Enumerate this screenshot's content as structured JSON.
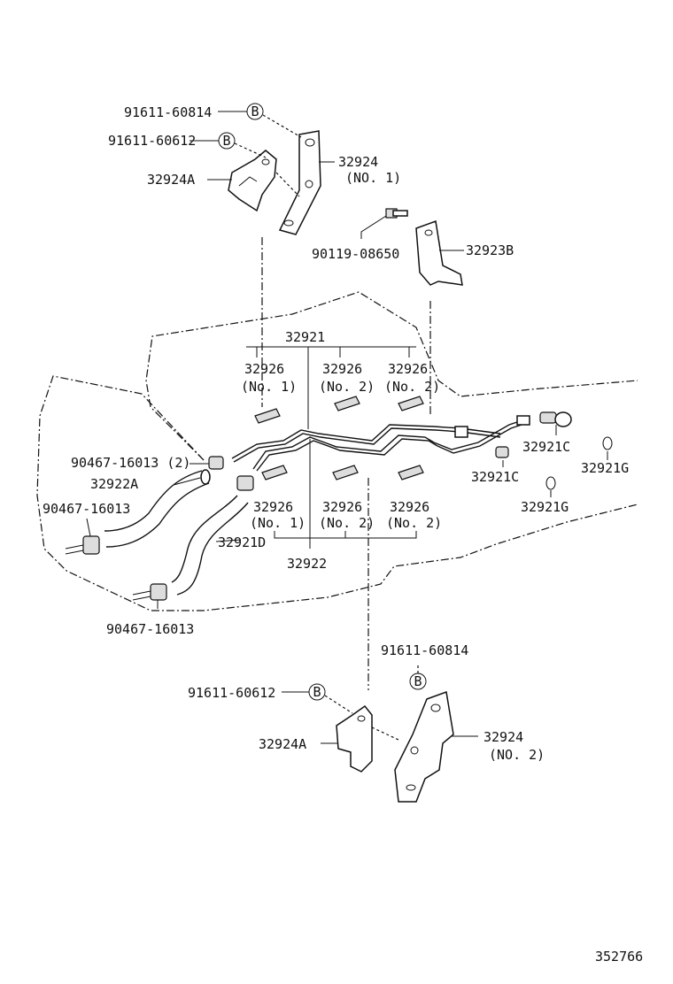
{
  "labels": {
    "bolt_upper_b": "91611-60814",
    "bolt_upper_b2": "91611-60612",
    "b_marker": "B",
    "bracket_32924_no1": "32924",
    "bracket_32924_no1_sub": "(NO. 1)",
    "bracket_32924a_upper": "32924A",
    "bolt_90119": "90119-08650",
    "bracket_32923b": "32923B",
    "tube_group": "32921",
    "clamp_top_left": "32926",
    "clamp_top_left_sub": "(No. 1)",
    "clamp_top_mid": "32926",
    "clamp_top_mid_sub": "(No. 2)",
    "clamp_top_right": "32926",
    "clamp_top_right_sub": "(No. 2)",
    "hose_clip_upper": "90467-16013 (2)",
    "hose_32922a": "32922A",
    "hose_clip_left": "90467-16013",
    "hose_32921d": "32921D",
    "hose_clip_bottom": "90467-16013",
    "clamp_bot_left": "32926",
    "clamp_bot_left_sub": "(No. 1)",
    "clamp_bot_mid": "32926",
    "clamp_bot_mid_sub": "(No. 2)",
    "clamp_bot_right": "32926",
    "clamp_bot_right_sub": "(No. 2)",
    "tube_32922": "32922",
    "union_32921c_right": "32921C",
    "union_32921c_mid": "32921C",
    "gasket_32921g_right": "32921G",
    "gasket_32921g_mid": "32921G",
    "bolt_lower_b": "91611-60814",
    "bolt_lower_b2": "91611-60612",
    "bracket_32924a_lower": "32924A",
    "bracket_32924_no2": "32924",
    "bracket_32924_no2_sub": "(NO. 2)",
    "figure_number": "352766"
  }
}
